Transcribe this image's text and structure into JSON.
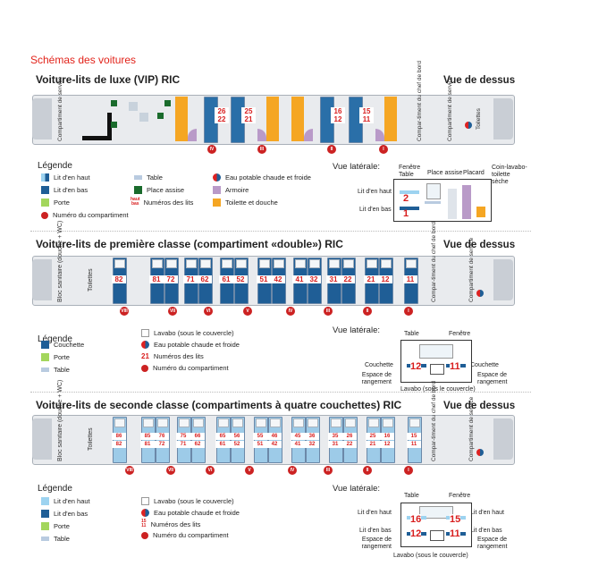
{
  "page": {
    "title": "Schémas des voitures"
  },
  "vip": {
    "title": "Voiture-lits de luxe (VIP) RIC",
    "top_view": "Vue de dessus",
    "labels": {
      "service": "Compartiment de service",
      "chef": "Compar-timent du chef de bord",
      "service2": "Compartiment de service",
      "toilets": "Toilettes"
    },
    "berths": [
      [
        "26",
        "22"
      ],
      [
        "25",
        "21"
      ],
      [
        "16",
        "12"
      ],
      [
        "15",
        "11"
      ]
    ],
    "compartments": [
      "IV",
      "III",
      "II",
      "I"
    ],
    "legend": {
      "title": "Légende",
      "items": {
        "upper": "Lit d'en haut",
        "lower": "Lit d'en bas",
        "door": "Porte",
        "compartment": "Numéro du compartiment",
        "table": "Table",
        "seat": "Place assise",
        "berth_numbers": "Numéros des lits",
        "berth_numbers_icon_top": "haut",
        "berth_numbers_icon_bottom": "bas",
        "water": "Eau potable chaude et froide",
        "wardrobe": "Armoire",
        "toilet_shower": "Toilette et douche"
      }
    },
    "lateral": {
      "title": "Vue latérale:",
      "window": "Fenêtre",
      "table": "Table",
      "seat": "Place assise",
      "cupboard": "Placard",
      "dry_toilet": "Coin-lavabo-toilette sèche",
      "upper": "Lit d'en haut",
      "lower": "Lit d'en bas",
      "n_upper": "2",
      "n_lower": "1"
    }
  },
  "first": {
    "title": "Voiture-lits de première classe (compartiment «double») RIC",
    "top_view": "Vue de dessus",
    "labels": {
      "sanitary": "Bloc sanitaire (douche + WC)",
      "toilets": "Toilettes",
      "chef": "Compar-timent du chef de bord",
      "service": "Compartiment de service"
    },
    "berths": [
      [
        "82"
      ],
      [
        "81",
        "72"
      ],
      [
        "71",
        "62"
      ],
      [
        "61",
        "52"
      ],
      [
        "51",
        "42"
      ],
      [
        "41",
        "32"
      ],
      [
        "31",
        "22"
      ],
      [
        "21",
        "12"
      ],
      [
        "11"
      ]
    ],
    "compartments": [
      "VIII",
      "VII",
      "VI",
      "V",
      "IV",
      "III",
      "II",
      "I"
    ],
    "legend": {
      "title": "Légende",
      "items": {
        "couchette": "Couchette",
        "door": "Porte",
        "table": "Table",
        "sink": "Lavabo (sous le couvercle)",
        "water": "Eau potable chaude et froide",
        "berth_numbers": "Numéros des lits",
        "berth_numbers_icon": "21",
        "compartment": "Numéro du compartiment"
      }
    },
    "lateral": {
      "title": "Vue latérale:",
      "table": "Table",
      "window": "Fenêtre",
      "couchette_left": "Couchette",
      "couchette_right": "Couchette",
      "storage_left": "Espace de rangement",
      "storage_right": "Espace de rangement",
      "sink": "Lavabo (sous le couvercle)",
      "n_left": "12",
      "n_right": "11"
    }
  },
  "second": {
    "title": "Voiture-lits de seconde classe (compartiments à quatre couchettes) RIC",
    "top_view": "Vue de dessus",
    "labels": {
      "sanitary": "Bloc sanitaire (douche + WC)",
      "toilets": "Toilettes",
      "chef": "Compar-timent du chef de bord",
      "service": "Compartiment de service"
    },
    "berths": [
      [
        "86",
        "82"
      ],
      [
        "85",
        "81",
        "76",
        "72"
      ],
      [
        "75",
        "71",
        "66",
        "62"
      ],
      [
        "65",
        "61",
        "56",
        "52"
      ],
      [
        "55",
        "51",
        "46",
        "42"
      ],
      [
        "45",
        "41",
        "36",
        "32"
      ],
      [
        "35",
        "31",
        "26",
        "22"
      ],
      [
        "25",
        "21",
        "16",
        "12"
      ],
      [
        "15",
        "11"
      ]
    ],
    "compartments": [
      "VIII",
      "VII",
      "VI",
      "V",
      "IV",
      "III",
      "II",
      "I"
    ],
    "legend": {
      "title": "Légende",
      "items": {
        "upper": "Lit d'en haut",
        "lower": "Lit d'en bas",
        "door": "Porte",
        "table": "Table",
        "sink": "Lavabo (sous le couvercle)",
        "water": "Eau potable chaude et froide",
        "berth_numbers": "Numéros des lits",
        "berth_numbers_icon_top": "15",
        "berth_numbers_icon_bottom": "11",
        "compartment": "Numéro du compartiment"
      }
    },
    "lateral": {
      "title": "Vue latérale:",
      "table": "Table",
      "window": "Fenêtre",
      "upper_left": "Lit d'en haut",
      "upper_right": "Lit d'en haut",
      "lower_left": "Lit d'en bas",
      "lower_right": "Lit d'en bas",
      "storage_left": "Espace de rangement",
      "storage_right": "Espace de rangement",
      "sink": "Lavabo (sous le couvercle)",
      "n_ul": "16",
      "n_ur": "15",
      "n_ll": "12",
      "n_lr": "11"
    }
  },
  "colors": {
    "accent_red": "#e2231a",
    "berth_dark": "#1f5e96",
    "berth_light": "#9dd3f0",
    "door_green": "#a3d65c",
    "seat_green": "#1a6b2c",
    "wardrobe_purple": "#b99ac8",
    "toilet_orange": "#f5a623"
  }
}
